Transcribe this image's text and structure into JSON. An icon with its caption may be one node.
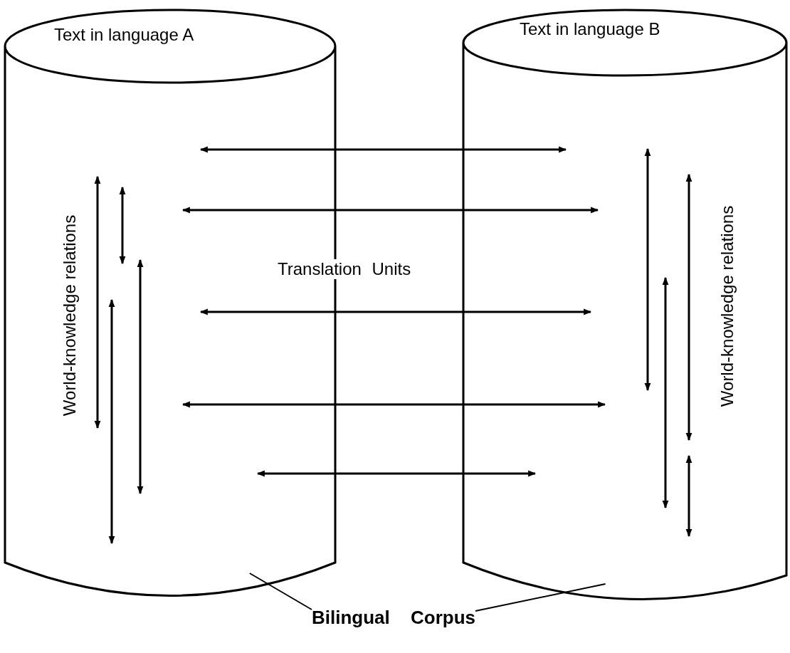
{
  "diagram": {
    "nodes": [
      {
        "text": [
          "Text in language A",
          "World-knowledge relations"
        ]
      },
      {
        "text": [
          "Text in language B",
          "World-knowledge relations"
        ]
      },
      {
        "text": [
          "Bilingual Corpus"
        ]
      }
    ],
    "edges": [
      {
        "from": 0,
        "to": 1,
        "arrow": "both"
      },
      {
        "from": 0,
        "to": 1,
        "arrow": "both"
      },
      {
        "from": 0,
        "to": 1,
        "arrow": "both"
      },
      {
        "from": 0,
        "to": 1,
        "arrow": "both"
      },
      {
        "from": 0,
        "to": 1,
        "arrow": "both"
      },
      {
        "from": 2,
        "to": 0,
        "arrow": "none"
      },
      {
        "from": 2,
        "to": 1,
        "arrow": "none"
      }
    ],
    "labels": [
      "Translation Units"
    ]
  }
}
